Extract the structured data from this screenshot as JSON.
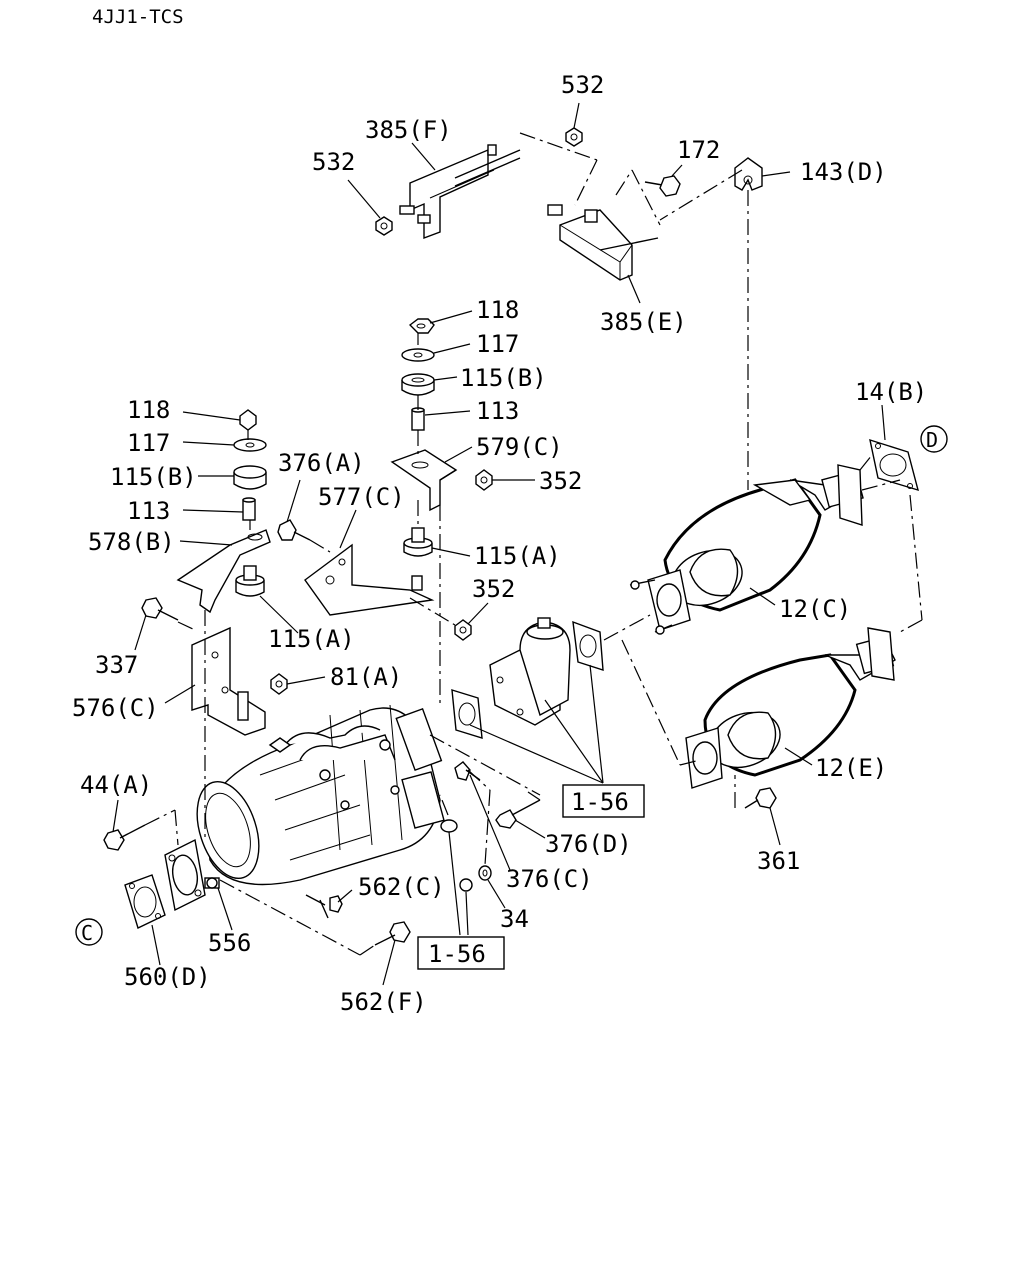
{
  "model": "4JJ1-TCS",
  "labels": {
    "p532_top": "532",
    "p385F": "385(F)",
    "p532_left": "532",
    "p172": "172",
    "p143D": "143(D)",
    "p385E": "385(E)",
    "p118_c": "118",
    "p117_c": "117",
    "p115B_c": "115(B)",
    "p113_c": "113",
    "p579C": "579(C)",
    "p352_a": "352",
    "p115A_c": "115(A)",
    "p352_b": "352",
    "p118_l": "118",
    "p117_l": "117",
    "p115B_l": "115(B)",
    "p113_l": "113",
    "p578B": "578(B)",
    "p376A": "376(A)",
    "p577C": "577(C)",
    "p115A_l": "115(A)",
    "p337": "337",
    "p576C": "576(C)",
    "p81A": "81(A)",
    "p14B": "14(B)",
    "circD": "D",
    "p12C": "12(C)",
    "p12E": "12(E)",
    "p361": "361",
    "ref156_a": "1-56",
    "p376D": "376(D)",
    "p376C": "376(C)",
    "p34": "34",
    "ref156_b": "1-56",
    "p44A": "44(A)",
    "circC": "C",
    "p562C": "562(C)",
    "p556": "556",
    "p560D": "560(D)",
    "p562F": "562(F)"
  }
}
